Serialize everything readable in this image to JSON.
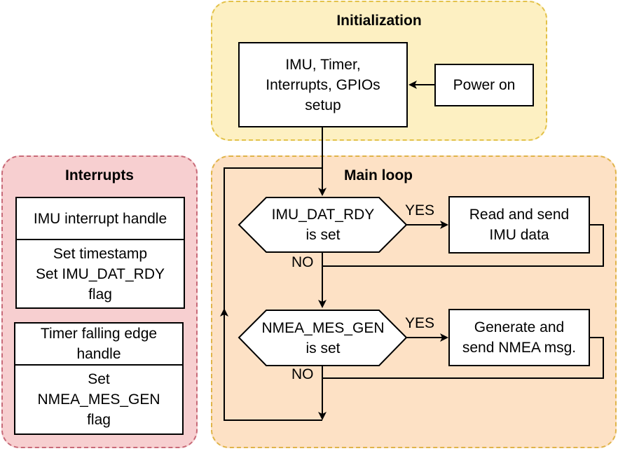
{
  "groups": {
    "initialization": "Initialization",
    "main_loop": "Main loop",
    "interrupts": "Interrupts"
  },
  "nodes": {
    "setup": "IMU, Timer,\nInterrupts, GPIOs\nsetup",
    "power_on": "Power on",
    "imu_decision": "IMU_DAT_RDY\nis set",
    "read_send": "Read and send\nIMU data",
    "nmea_decision": "NMEA_MES_GEN\nis set",
    "generate_send": "Generate and\nsend NMEA msg.",
    "imu_handle": "IMU interrupt handle",
    "imu_handle_body": "Set timestamp\nSet IMU_DAT_RDY\nflag",
    "timer_handle": "Timer falling edge\nhandle",
    "timer_handle_body": "Set\nNMEA_MES_GEN\nflag"
  },
  "edge_labels": {
    "yes_1": "YES",
    "no_1": "NO",
    "yes_2": "YES",
    "no_2": "NO"
  },
  "colors": {
    "init_fill": "#fdf0c2",
    "main_fill": "#fde1c5",
    "int_fill": "#f7cfd0"
  }
}
